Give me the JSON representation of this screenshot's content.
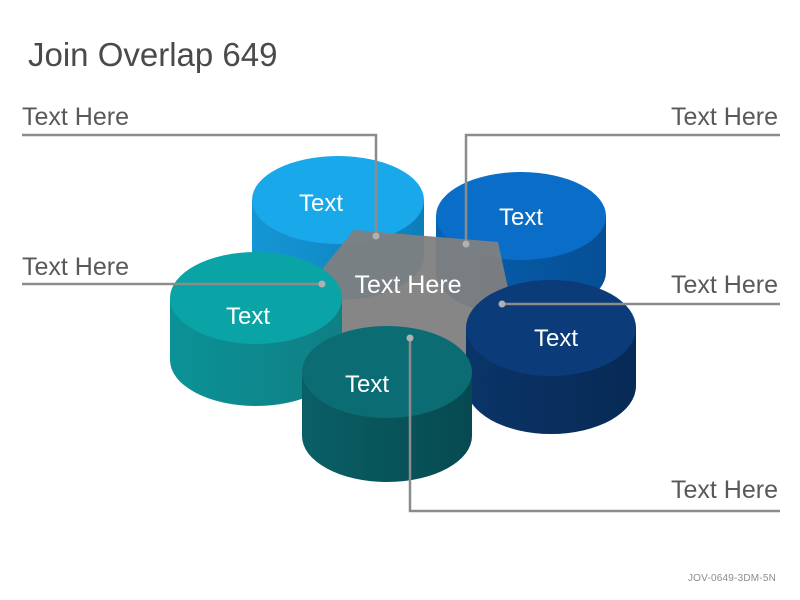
{
  "title": "Join Overlap 649",
  "center": {
    "label": "Text Here",
    "color": "#808080"
  },
  "callouts": [
    {
      "id": "top-left",
      "text": "Text Here"
    },
    {
      "id": "top-right",
      "text": "Text Here"
    },
    {
      "id": "mid-left",
      "text": "Text Here"
    },
    {
      "id": "mid-right",
      "text": "Text Here"
    },
    {
      "id": "bottom-right",
      "text": "Text Here"
    }
  ],
  "cylinders": [
    {
      "id": "light-blue",
      "label": "Text",
      "color": "#19a8ea"
    },
    {
      "id": "blue",
      "label": "Text",
      "color": "#0a6ec8"
    },
    {
      "id": "teal",
      "label": "Text",
      "color": "#0aa3a6"
    },
    {
      "id": "navy",
      "label": "Text",
      "color": "#0b3b78"
    },
    {
      "id": "dark-teal",
      "label": "Text",
      "color": "#0b6c74"
    }
  ],
  "code": "JOV-0649-3DM-5N",
  "line_color": "#8c8c8c"
}
